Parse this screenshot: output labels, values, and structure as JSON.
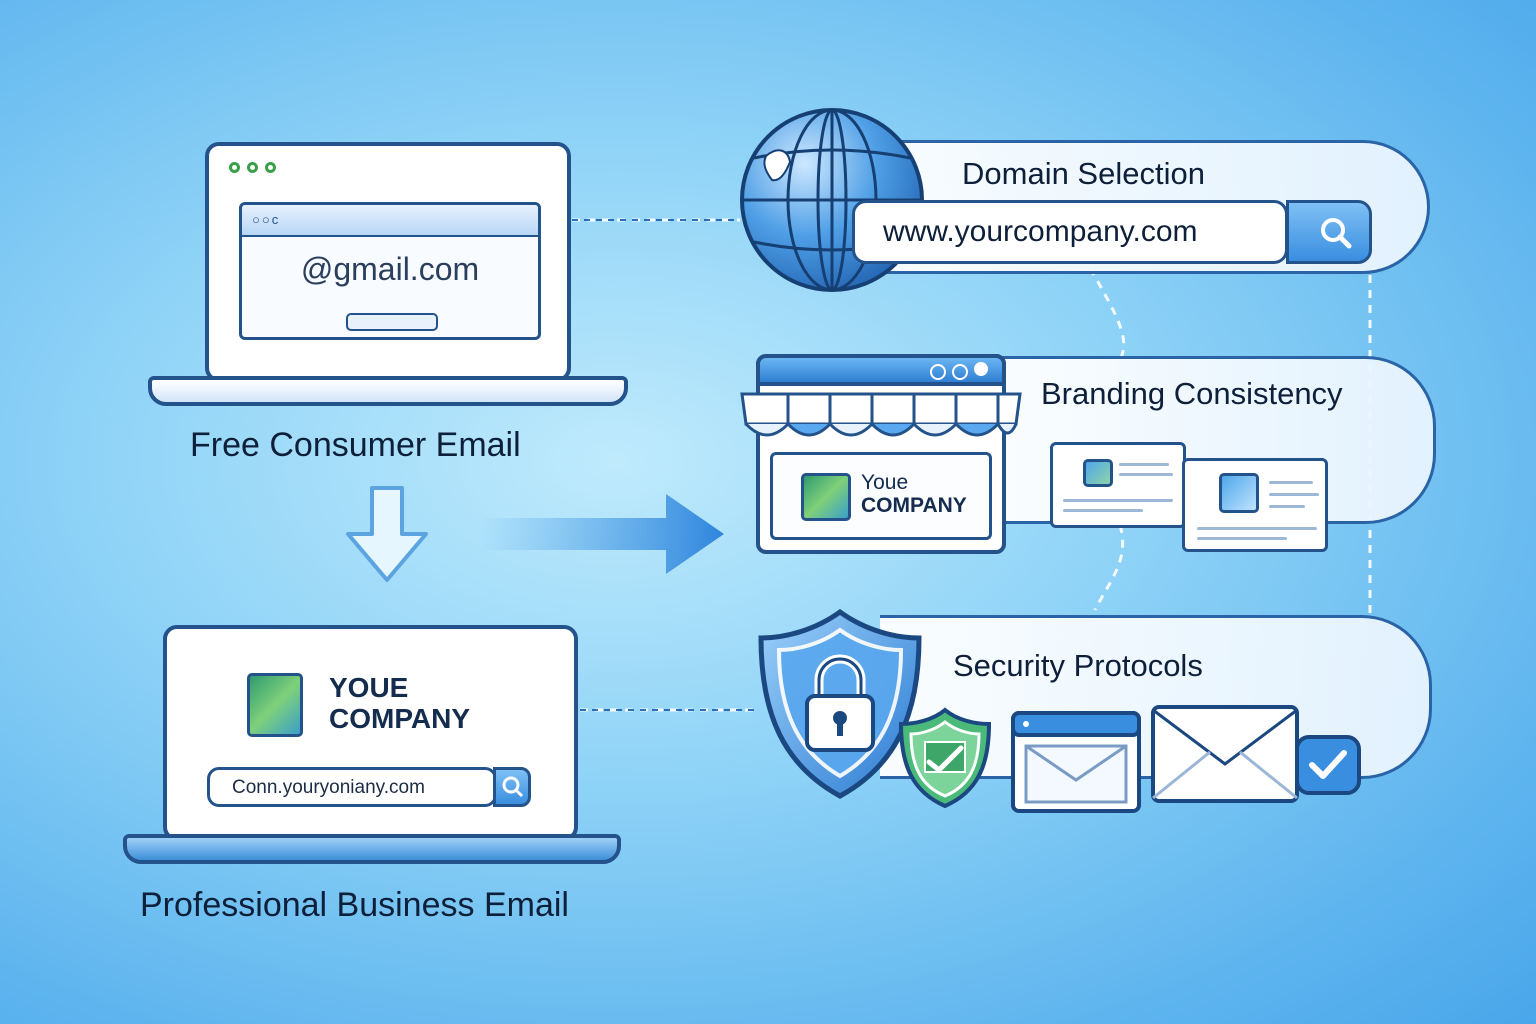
{
  "left": {
    "free_email": {
      "caption": "Free Consumer Email",
      "address": "@gmail.com"
    },
    "pro_email": {
      "caption": "Professional Business Email",
      "company_line1": "YOUE",
      "company_line2": "COMPANY",
      "address": "Conn.youryoni​any.com"
    }
  },
  "right": {
    "domain_selection": {
      "title": "Domain Selection",
      "url": "www.yourcompany.com"
    },
    "branding_consistency": {
      "title": "Branding Consistency",
      "store_company_line1": "Youe",
      "store_company_line2": "COMPANY"
    },
    "security_protocols": {
      "title": "Security Protocols"
    }
  },
  "icons": [
    "globe-icon",
    "search-icon",
    "storefront-icon",
    "business-card-icon",
    "shield-lock-icon",
    "shield-check-icon",
    "envelope-icon",
    "checkmark-icon",
    "arrow-down-icon",
    "arrow-right-icon"
  ],
  "colors": {
    "primary": "#24528a",
    "accent": "#3a8ee0",
    "bg": "#5db4ee",
    "green": "#3a9f4a"
  }
}
